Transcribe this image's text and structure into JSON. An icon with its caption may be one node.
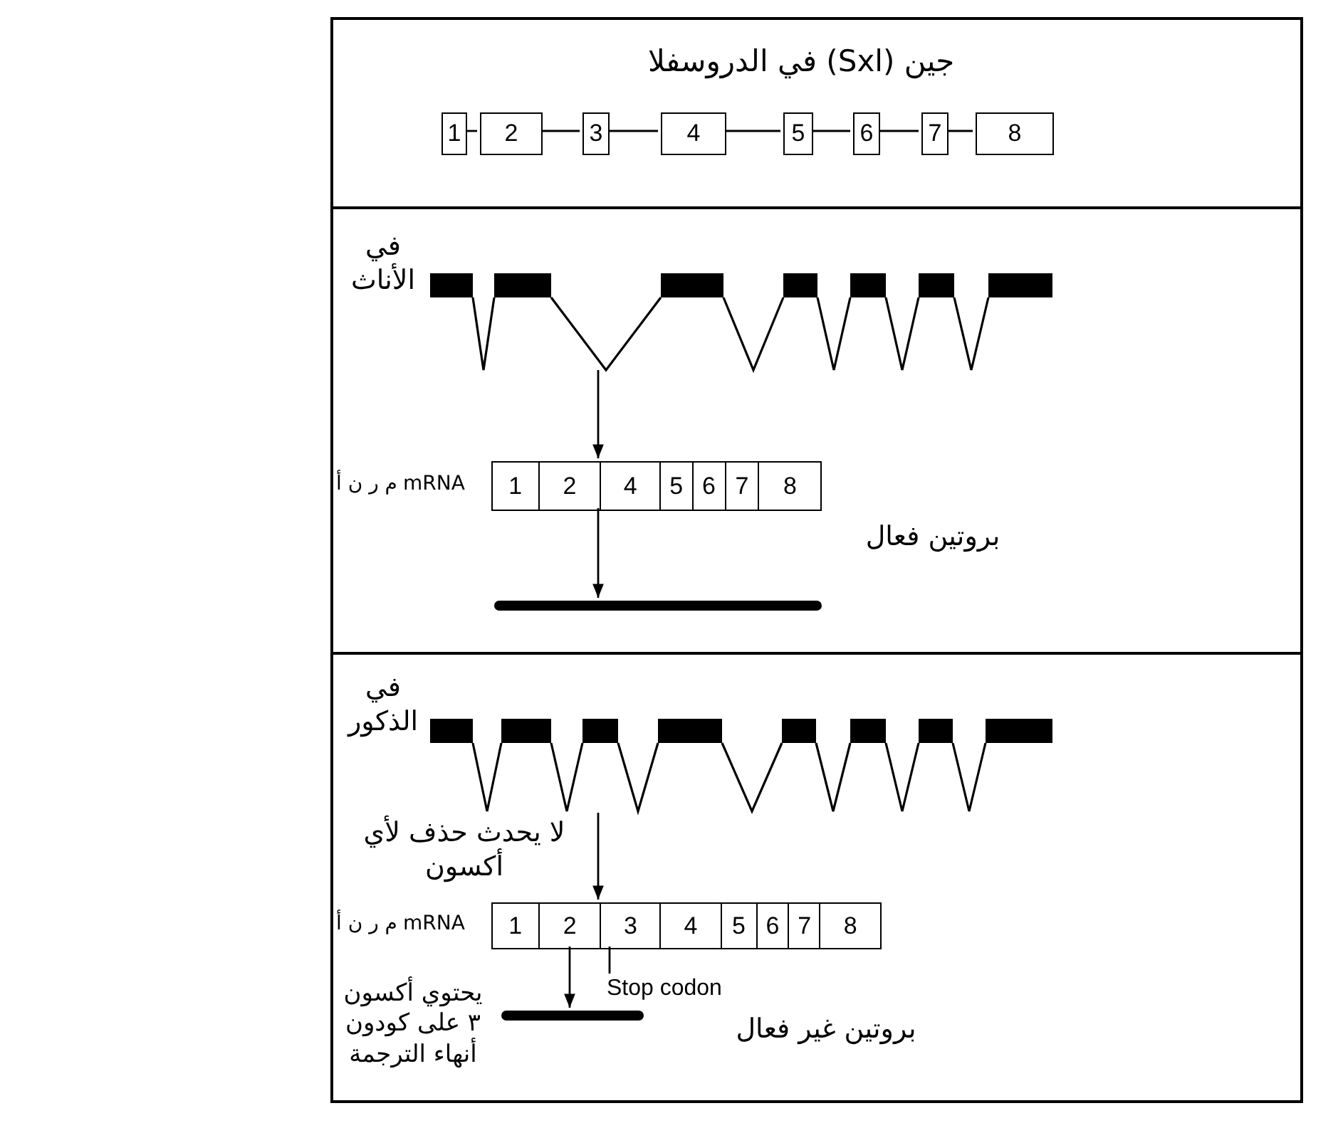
{
  "diagram": {
    "nodes": [
      {
        "text": [
          "جين (Sxl) في الدروسفلا"
        ]
      },
      {
        "text": [
          "1"
        ],
        "in": 0
      },
      {
        "text": [
          "2"
        ],
        "in": 0
      },
      {
        "text": [
          "3"
        ],
        "in": 0
      },
      {
        "text": [
          "4"
        ],
        "in": 0
      },
      {
        "text": [
          "5"
        ],
        "in": 0
      },
      {
        "text": [
          "6"
        ],
        "in": 0
      },
      {
        "text": [
          "7"
        ],
        "in": 0
      },
      {
        "text": [
          "8"
        ],
        "in": 0
      },
      {
        "text": [
          "في الأناث"
        ]
      },
      {
        "text": [],
        "shape": "picture",
        "in": 9
      },
      {
        "text": [
          "1",
          "2",
          "4",
          "5",
          "6",
          "7",
          "8"
        ],
        "beside": [
          "م ر ن أ",
          "mRNA"
        ],
        "in": 9
      },
      {
        "text": [],
        "shape": "bar",
        "in": 9
      },
      {
        "text": [
          "في الذكور"
        ]
      },
      {
        "text": [],
        "shape": "picture",
        "in": 13
      },
      {
        "text": [
          "1",
          "2",
          "3",
          "4",
          "5",
          "6",
          "7",
          "8"
        ],
        "beside": [
          "م ر ن أ",
          "mRNA"
        ],
        "in": 13
      },
      {
        "text": [],
        "shape": "bar",
        "in": 13
      },
      {
        "text": [
          "Stop codon"
        ],
        "in": 13
      }
    ],
    "edges": [
      {
        "from": 1,
        "to": 2,
        "arrow": "none"
      },
      {
        "from": 2,
        "to": 3,
        "arrow": "none"
      },
      {
        "from": 3,
        "to": 4,
        "arrow": "none"
      },
      {
        "from": 4,
        "to": 5,
        "arrow": "none"
      },
      {
        "from": 5,
        "to": 6,
        "arrow": "none"
      },
      {
        "from": 6,
        "to": 7,
        "arrow": "none"
      },
      {
        "from": 7,
        "to": 8,
        "arrow": "none"
      },
      {
        "from": 10,
        "to": 11,
        "arrow": "to"
      },
      {
        "from": 11,
        "to": 12,
        "arrow": "to"
      },
      {
        "from": 14,
        "to": 15,
        "arrow": "to",
        "label": "لا يحدث حذف لأي أكسون"
      },
      {
        "from": 15,
        "to": 16,
        "arrow": "to"
      },
      {
        "from": 17,
        "to": 15,
        "arrow": "none"
      }
    ],
    "labels": [
      "بروتين فعال",
      "يحتوي أكسون ٣ على كودون أنهاء الترجمة",
      "بروتين غير فعال"
    ]
  }
}
